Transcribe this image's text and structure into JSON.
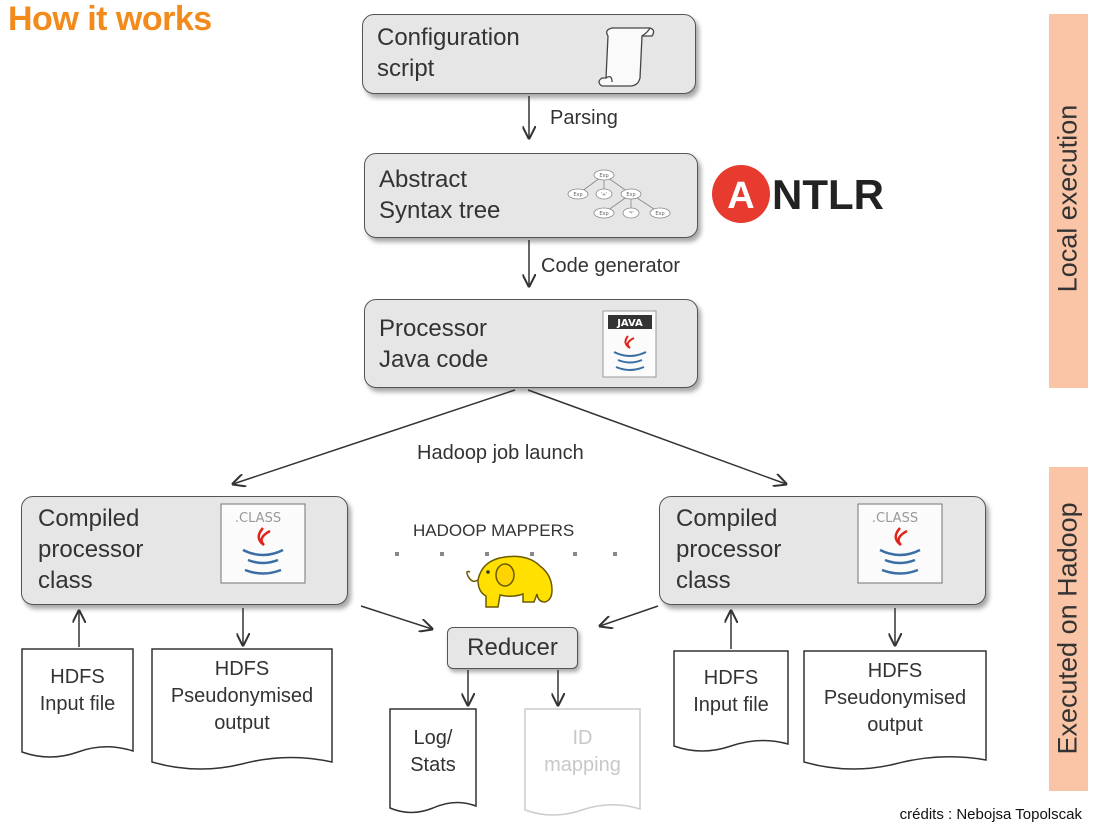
{
  "title": "How it works",
  "boxes": {
    "config": "Configuration\nscript",
    "ast": "Abstract\nSyntax tree",
    "processor": "Processor\nJava code",
    "compiled_left": "Compiled\nprocessor\nclass",
    "compiled_right": "Compiled\nprocessor\nclass",
    "reducer": "Reducer"
  },
  "arrow_labels": {
    "parsing": "Parsing",
    "code_generator": "Code generator",
    "hadoop_job_launch": "Hadoop job launch",
    "hadoop_mappers": "HADOOP MAPPERS"
  },
  "logos": {
    "antlr_rest": "NTLR",
    "antlr_initial": "A",
    "java_badge": "JAVA",
    "class_badge": ".CLASS"
  },
  "ast_nodes": [
    "Exp",
    "Exp",
    "'+'",
    "Exp",
    "Exp",
    "'*'",
    "Exp"
  ],
  "documents": {
    "hdfs_input_left": "HDFS\nInput file",
    "hdfs_output_left": "HDFS\nPseudonymised\noutput",
    "log_stats": "Log/\nStats",
    "id_mapping": "ID\nmapping",
    "hdfs_input_right": "HDFS\nInput file",
    "hdfs_output_right": "HDFS\nPseudonymised\noutput"
  },
  "side_labels": {
    "local": "Local execution",
    "hadoop": "Executed on Hadoop"
  },
  "credits": "crédits : Nebojsa Topolscak",
  "colors": {
    "title": "#f28a1c",
    "side_band": "#f9c5a6",
    "box_fill": "#e6e6e6",
    "antlr_red": "#e63b2e",
    "hadoop_yellow": "#ffe000"
  }
}
